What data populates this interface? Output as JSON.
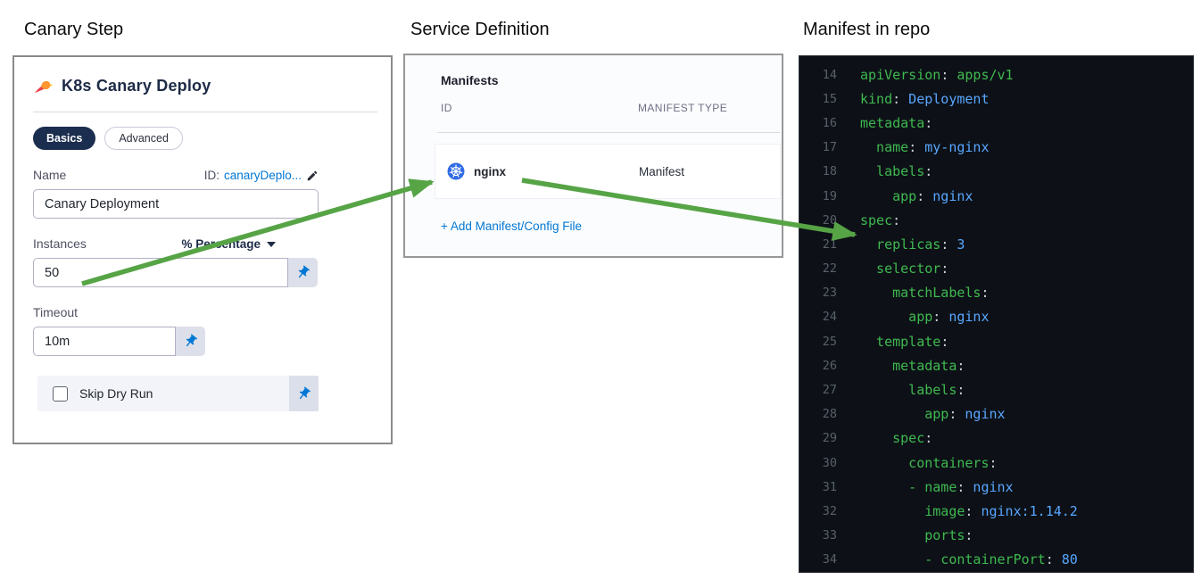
{
  "sections": {
    "canary_step_title": "Canary Step",
    "service_definition_title": "Service Definition",
    "manifest_repo_title": "Manifest in repo"
  },
  "canary_step": {
    "card_title": "K8s Canary Deploy",
    "card_icon": "canary-bird-icon",
    "tabs": [
      {
        "label": "Basics",
        "active": true
      },
      {
        "label": "Advanced",
        "active": false
      }
    ],
    "name_field": {
      "label": "Name",
      "id_label": "ID:",
      "id_value": "canaryDeplo...",
      "edit_icon": "pencil-icon",
      "value": "Canary Deployment"
    },
    "instances_field": {
      "label": "Instances",
      "unit_selector_label": "% Percentage",
      "unit_caret_icon": "chevron-down-icon",
      "value": "50",
      "pin_icon": "pushpin-icon"
    },
    "timeout_field": {
      "label": "Timeout",
      "value": "10m",
      "pin_icon": "pushpin-icon"
    },
    "skip_dry_run_field": {
      "label": "Skip Dry Run",
      "checked": false,
      "pin_icon": "pushpin-icon"
    }
  },
  "service_definition": {
    "section_title": "Manifests",
    "columns": [
      "ID",
      "MANIFEST TYPE"
    ],
    "rows": [
      {
        "icon": "kubernetes-icon",
        "id": "nginx",
        "manifest_type": "Manifest"
      }
    ],
    "add_link_label": "+ Add Manifest/Config File"
  },
  "manifest_code": {
    "lines": [
      {
        "num": 14,
        "tokens": [
          [
            "g",
            "apiVersion"
          ],
          [
            "w",
            ":"
          ],
          [
            "g",
            " apps/v1"
          ]
        ]
      },
      {
        "num": 15,
        "tokens": [
          [
            "g",
            "kind"
          ],
          [
            "w",
            ":"
          ],
          [
            "b",
            " Deployment"
          ]
        ]
      },
      {
        "num": 16,
        "tokens": [
          [
            "g",
            "metadata"
          ],
          [
            "w",
            ":"
          ]
        ]
      },
      {
        "num": 17,
        "tokens": [
          [
            "g",
            "  name"
          ],
          [
            "w",
            ":"
          ],
          [
            "b",
            " my-nginx"
          ]
        ]
      },
      {
        "num": 18,
        "tokens": [
          [
            "g",
            "  labels"
          ],
          [
            "w",
            ":"
          ]
        ]
      },
      {
        "num": 19,
        "tokens": [
          [
            "g",
            "    app"
          ],
          [
            "w",
            ":"
          ],
          [
            "b",
            " nginx"
          ]
        ]
      },
      {
        "num": 20,
        "tokens": [
          [
            "g",
            "spec"
          ],
          [
            "w",
            ":"
          ]
        ]
      },
      {
        "num": 21,
        "tokens": [
          [
            "g",
            "  replicas"
          ],
          [
            "w",
            ":"
          ],
          [
            "b",
            " 3"
          ]
        ]
      },
      {
        "num": 22,
        "tokens": [
          [
            "g",
            "  selector"
          ],
          [
            "w",
            ":"
          ]
        ]
      },
      {
        "num": 23,
        "tokens": [
          [
            "g",
            "    matchLabels"
          ],
          [
            "w",
            ":"
          ]
        ]
      },
      {
        "num": 24,
        "tokens": [
          [
            "g",
            "      app"
          ],
          [
            "w",
            ":"
          ],
          [
            "b",
            " nginx"
          ]
        ]
      },
      {
        "num": 25,
        "tokens": [
          [
            "g",
            "  template"
          ],
          [
            "w",
            ":"
          ]
        ]
      },
      {
        "num": 26,
        "tokens": [
          [
            "g",
            "    metadata"
          ],
          [
            "w",
            ":"
          ]
        ]
      },
      {
        "num": 27,
        "tokens": [
          [
            "g",
            "      labels"
          ],
          [
            "w",
            ":"
          ]
        ]
      },
      {
        "num": 28,
        "tokens": [
          [
            "g",
            "        app"
          ],
          [
            "w",
            ":"
          ],
          [
            "b",
            " nginx"
          ]
        ]
      },
      {
        "num": 29,
        "tokens": [
          [
            "g",
            "    spec"
          ],
          [
            "w",
            ":"
          ]
        ]
      },
      {
        "num": 30,
        "tokens": [
          [
            "g",
            "      containers"
          ],
          [
            "w",
            ":"
          ]
        ]
      },
      {
        "num": 31,
        "tokens": [
          [
            "g",
            "      - name"
          ],
          [
            "w",
            ":"
          ],
          [
            "b",
            " nginx"
          ]
        ]
      },
      {
        "num": 32,
        "tokens": [
          [
            "g",
            "        image"
          ],
          [
            "w",
            ":"
          ],
          [
            "b",
            " nginx:1.14.2"
          ]
        ]
      },
      {
        "num": 33,
        "tokens": [
          [
            "g",
            "        ports"
          ],
          [
            "w",
            ":"
          ]
        ]
      },
      {
        "num": 34,
        "tokens": [
          [
            "g",
            "        - containerPort"
          ],
          [
            "w",
            ":"
          ],
          [
            "b",
            " 80"
          ]
        ]
      }
    ]
  },
  "colors": {
    "arrow_green": "#56a446",
    "link_blue": "#0278d5",
    "pill_navy": "#1c2e4f",
    "code_bg": "#0d1117",
    "code_key_green": "#3fb950",
    "code_value_blue": "#58a6ff",
    "code_punct": "#c9d1d9",
    "code_line_number": "#59606a",
    "k8s_blue": "#326ce5"
  }
}
